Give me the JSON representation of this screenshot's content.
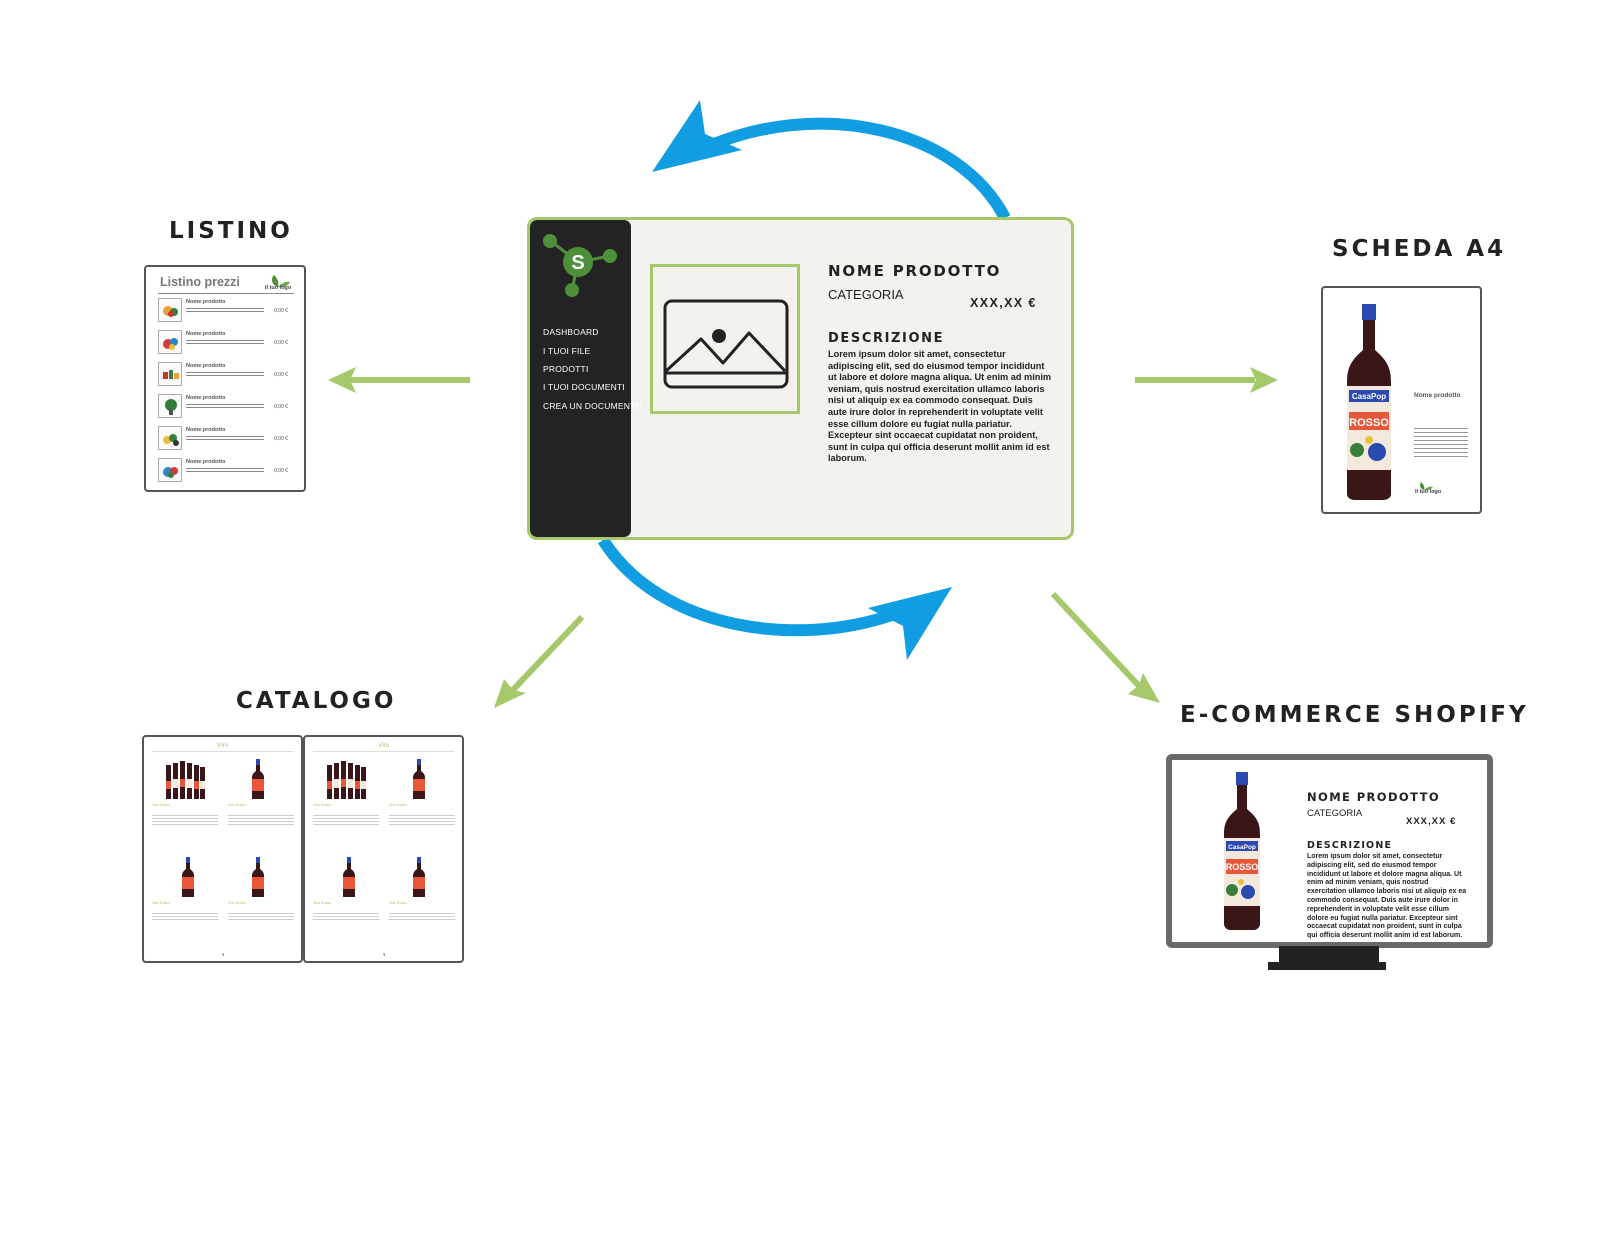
{
  "sections": {
    "listino": "LISTINO",
    "scheda": "SCHEDA A4",
    "catalogo": "CATALOGO",
    "shopify": "E-COMMERCE SHOPIFY"
  },
  "app": {
    "logo_letter": "S",
    "menu": [
      "DASHBOARD",
      "I TUOI FILE",
      "PRODOTTI",
      "I TUOI DOCUMENTI",
      "CREA UN DOCUMENTO"
    ],
    "product_name": "NOME PRODOTTO",
    "category": "CATEGORIA",
    "price": "XXX,XX €",
    "description_title": "DESCRIZIONE",
    "description_text": "Lorem ipsum dolor sit amet, consectetur adipiscing elit, sed do eiusmod tempor incididunt ut labore et dolore magna aliqua. Ut enim ad minim veniam, quis nostrud exercitation ullamco laboris nisi ut aliquip ex ea commodo consequat. Duis aute irure dolor in reprehenderit in voluptate velit esse cillum dolore eu fugiat nulla pariatur. Excepteur sint occaecat cupidatat non proident, sunt in culpa qui officia deserunt mollit anim id est laborum."
  },
  "listino": {
    "title": "Listino prezzi",
    "logo_text": "Il tuo logo",
    "rows": [
      {
        "name": "Nome prodotto",
        "price": "0,00 €"
      },
      {
        "name": "Nome prodotto",
        "price": "0,00 €"
      },
      {
        "name": "Nome prodotto",
        "price": "0,00 €"
      },
      {
        "name": "Nome prodotto",
        "price": "0,00 €"
      },
      {
        "name": "Nome prodotto",
        "price": "0,00 €"
      },
      {
        "name": "Nome prodotto",
        "price": "0,00 €"
      }
    ]
  },
  "scheda": {
    "product_name": "Nome prodotto",
    "logo_text": "Il tuo logo",
    "bottle_brand": "CasaPop",
    "bottle_label": "ROSSO"
  },
  "catalogo": {
    "page_heading": "Vini",
    "item_title": "Vino Rosso"
  },
  "shopify": {
    "product_name": "NOME PRODOTTO",
    "category": "CATEGORIA",
    "price": "XXX,XX €",
    "description_title": "DESCRIZIONE",
    "description_text": "Lorem ipsum dolor sit amet, consectetur adipiscing elit, sed do eiusmod tempor incididunt ut labore et dolore magna aliqua. Ut enim ad minim veniam, quis nostrud exercitation ullamco laboris nisi ut aliquip ex ea commodo consequat. Duis aute irure dolor in reprehenderit in voluptate velit esse cillum dolore eu fugiat nulla pariatur. Excepteur sint occaecat cupidatat non proident, sunt in culpa qui officia deserunt mollit anim id est laborum."
  },
  "colors": {
    "accent_green": "#a4c86a",
    "cycle_blue": "#109de1",
    "sidebar_dark": "#232323",
    "logo_green": "#4e8f3a"
  }
}
